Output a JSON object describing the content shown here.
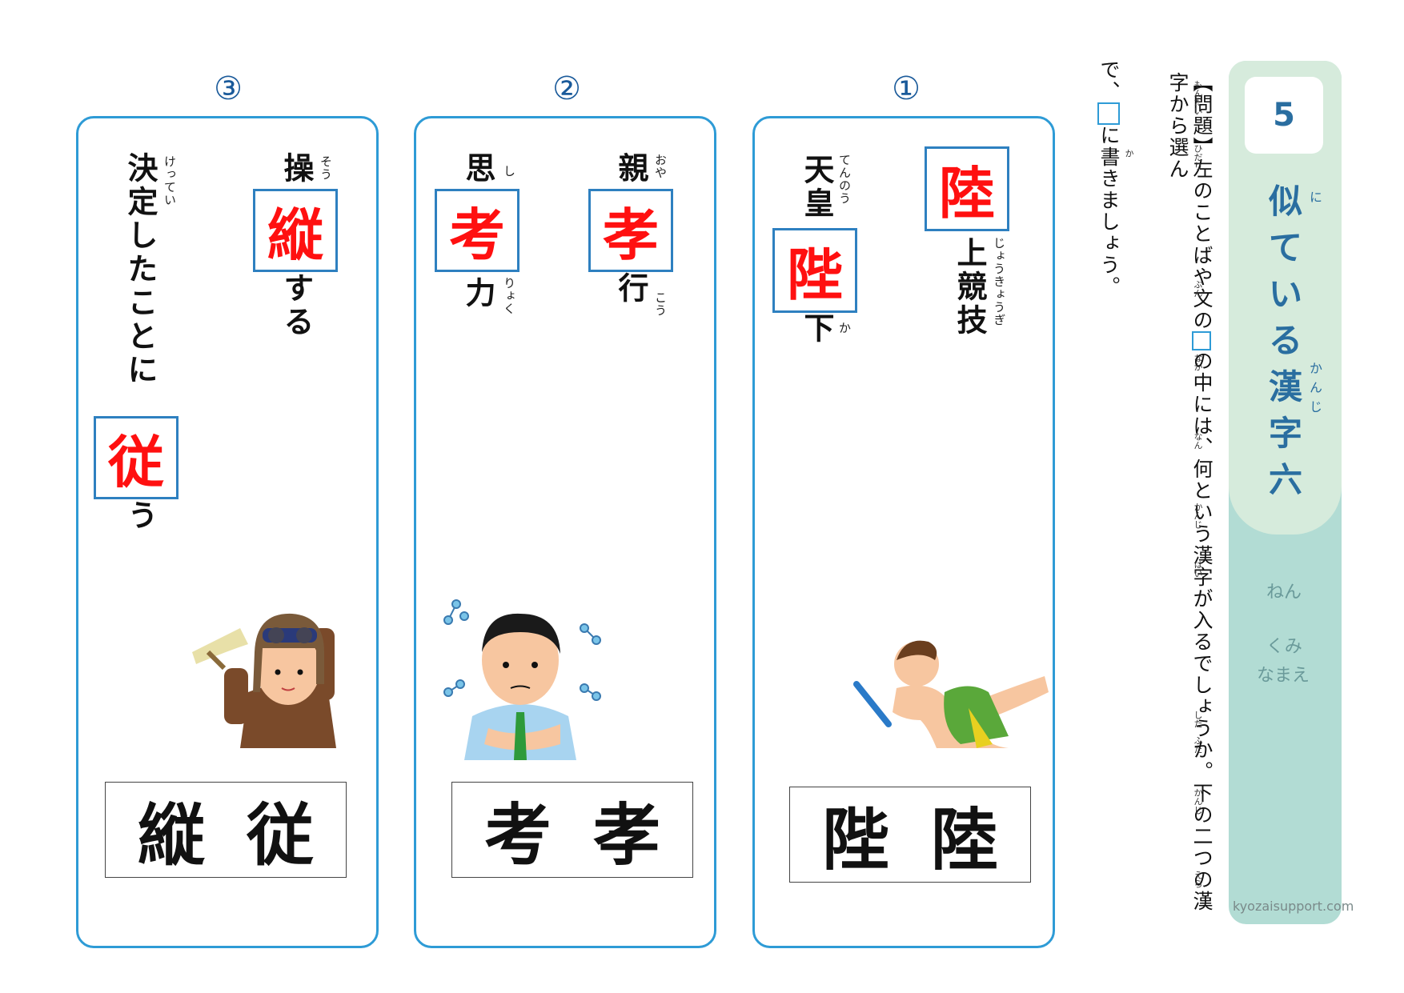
{
  "title": {
    "number": "5",
    "chars": [
      "似",
      "て",
      "い",
      "る",
      "漢",
      "字",
      "六"
    ],
    "ruby_ni": "に",
    "ruby_kanji": "かんじ",
    "nen": "ねん",
    "kumi": "くみ",
    "namae": "なまえ",
    "site": "kyozaisupport.com"
  },
  "instructions": {
    "col1_a": "【問題】",
    "col1_b": "左のことばや文の",
    "col1_c": "の中には、何という漢字が入るでしょうか。下の二つの漢字から選ん",
    "col2_a": "で、",
    "col2_b": "に書きましょう。",
    "ruby_mondai": "もんだい",
    "ruby_hidari": "ひだり",
    "ruby_bun": "ぶん",
    "ruby_naka": "なか",
    "ruby_nan": "なん",
    "ruby_kanji": "かんじ",
    "ruby_hai": "はい",
    "ruby_shita": "した",
    "ruby_futa": "ふた",
    "ruby_kanji2": "かんじ",
    "ruby_era": "えら",
    "ruby_ka": "か"
  },
  "colors": {
    "accent": "#2e9bd6",
    "answer_red": "#ff1010",
    "title_blue": "#2a6ea0"
  },
  "questions": [
    {
      "label": "①",
      "word1_head": "天皇",
      "word1_head_ruby": "てんのう",
      "word1_fill": "陛",
      "word1_tail": "下",
      "word1_tail_ruby": "か",
      "word2_fill": "陸",
      "word2_tail": "上競技",
      "word2_tail_ruby": "じょうきょうぎ",
      "choices": [
        "陛",
        "陸"
      ]
    },
    {
      "label": "②",
      "word1_head": "思",
      "word1_head_ruby": "し",
      "word1_fill": "考",
      "word1_tail": "力",
      "word1_tail_ruby": "りょく",
      "word2_head": "親",
      "word2_head_ruby": "おや",
      "word2_fill": "孝",
      "word2_tail": "行",
      "word2_tail_ruby": "こう",
      "choices": [
        "考",
        "孝"
      ]
    },
    {
      "label": "③",
      "word1_text": "決定したことに",
      "word1_ruby": "けってい",
      "word1_fill": "従",
      "word1_tail": "う",
      "word2_head": "操",
      "word2_head_ruby": "そう",
      "word2_fill": "縦",
      "word2_tail": "する",
      "choices": [
        "縦",
        "従"
      ]
    }
  ]
}
